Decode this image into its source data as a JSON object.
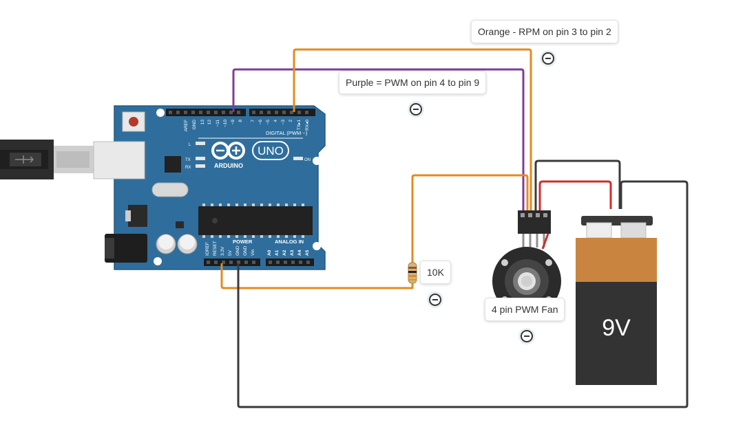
{
  "colors": {
    "board": "#2f6e9c",
    "board_dark": "#245a82",
    "wire_orange": "#e38b1e",
    "wire_purple": "#7d3c98",
    "wire_black": "#3a3a3a",
    "wire_red": "#d22b2b",
    "battery_orange": "#c98540",
    "battery_black": "#333333"
  },
  "board": {
    "brand": "ARDUINO",
    "model": "UNO",
    "digital_label": "DIGITAL (PWM ~)",
    "power_label": "POWER",
    "analog_label": "ANALOG IN",
    "led_l": "L",
    "led_tx": "TX",
    "led_rx": "RX",
    "led_on": "ON",
    "pins_top": [
      "AREF",
      "GND",
      "13",
      "12",
      "~11",
      "~10",
      "~9",
      "8",
      "7",
      "~6",
      "~5",
      "4",
      "~3",
      "2",
      "TX▸1",
      "RX◂0"
    ],
    "pins_power": [
      "IOREF",
      "RESET",
      "3.3V",
      "5V",
      "GND",
      "GND",
      "Vin"
    ],
    "pins_analog": [
      "A0",
      "A1",
      "A2",
      "A3",
      "A4",
      "A5"
    ]
  },
  "battery": {
    "label": "9V"
  },
  "notes": {
    "orange": "Orange - RPM on pin 3 to pin 2",
    "purple": "Purple = PWM on pin 4 to pin 9",
    "resistor": "10K",
    "fan": "4 pin PWM Fan"
  }
}
